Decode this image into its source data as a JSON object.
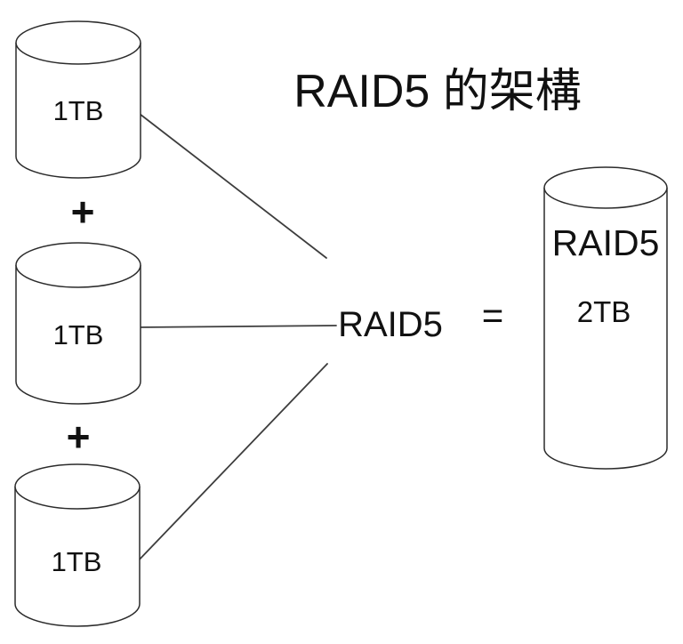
{
  "title": "RAID5 的架構",
  "operators": {
    "plus": "+",
    "equals": "="
  },
  "raid_node": {
    "label": "RAID5"
  },
  "source_disks": [
    {
      "label": "1TB"
    },
    {
      "label": "1TB"
    },
    {
      "label": "1TB"
    }
  ],
  "result_disk": {
    "name": "RAID5",
    "capacity": "2TB"
  },
  "colors": {
    "background": "#ffffff",
    "outline": "#2b2b2b",
    "connector": "#3d3d3d",
    "text": "#111111"
  }
}
